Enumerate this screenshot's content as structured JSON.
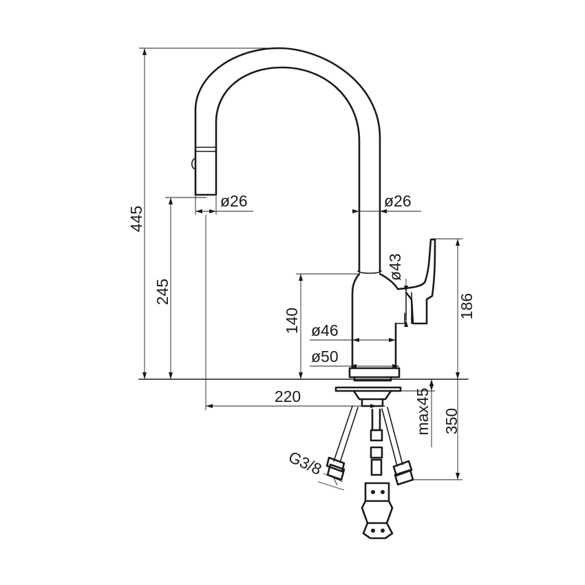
{
  "dimensions": {
    "total_height": "445",
    "spout_outlet_height": "245",
    "body_height": "140",
    "handle_height": "186",
    "spout_reach": "220",
    "spout_tip_diameter": "ø26",
    "spout_tube_diameter": "ø26",
    "handle_diameter": "ø43",
    "body_diameter": "ø46",
    "base_diameter": "ø50",
    "max_deck_thickness": "max45",
    "hose_length": "350",
    "connection_thread": "G3/8"
  }
}
